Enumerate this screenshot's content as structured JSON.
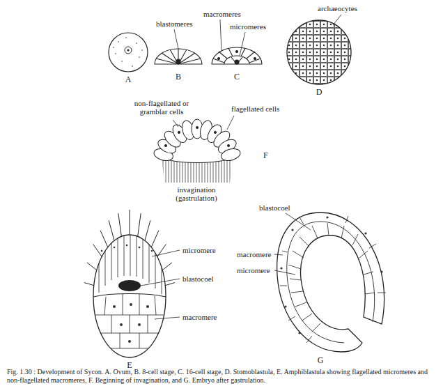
{
  "diagram": {
    "caption": "Fig. 1.30 : Development of Sycon. A. Ovum, B. 8-cell stage, C. 16-cell stage, D. Stomoblastula, E. Amphiblastula showing flagellated micromeres and non-flagellated macromeres, F. Beginning of invagination, and G. Embryo after gastrulation.",
    "labels": [
      "blastomeres",
      "macromeres",
      "micromeres",
      "archaeocytes",
      "A",
      "B",
      "C",
      "D",
      "non-flagellated or gramblar cells",
      "flagellated cells",
      "invagination (gastrulation)",
      "F",
      "micromere",
      "blastocoel",
      "macromere",
      "E",
      "blastocoel",
      "macromere",
      "micromere",
      "G"
    ]
  }
}
